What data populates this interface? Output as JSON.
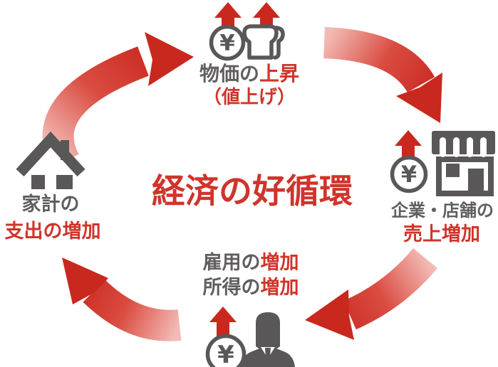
{
  "colors": {
    "arrow_red": "#c9281f",
    "arrow_tail_pink": "#f3bab5",
    "text_red": "#d0342b",
    "icon_gray": "#595757",
    "text_gray": "#615e5e",
    "background": "#ffffff"
  },
  "center": {
    "title": "経済の好循環"
  },
  "nodes": {
    "prices": {
      "line1_gray": "物価の",
      "line1_red": "上昇",
      "line2_red": "（値上げ）",
      "icons": [
        "up-arrow",
        "up-arrow",
        "yen-coin",
        "bread-loaf"
      ]
    },
    "business": {
      "line1_gray": "企業・店舗の",
      "line2_red": "売上増加",
      "icons": [
        "up-arrow",
        "yen-coin",
        "storefront"
      ]
    },
    "employment": {
      "line1_gray": "雇用の",
      "line1_red": "増加",
      "line2_gray": "所得の",
      "line2_red": "増加",
      "icons": [
        "up-arrow",
        "yen-coin",
        "businessman"
      ]
    },
    "household": {
      "line1_gray": "家計の",
      "line2_red": "支出の増加",
      "icons": [
        "house"
      ]
    }
  },
  "cycle_arrows": [
    "household-to-prices",
    "prices-to-business",
    "business-to-employment",
    "employment-to-household"
  ],
  "icons": {
    "yen_symbol": "¥"
  }
}
